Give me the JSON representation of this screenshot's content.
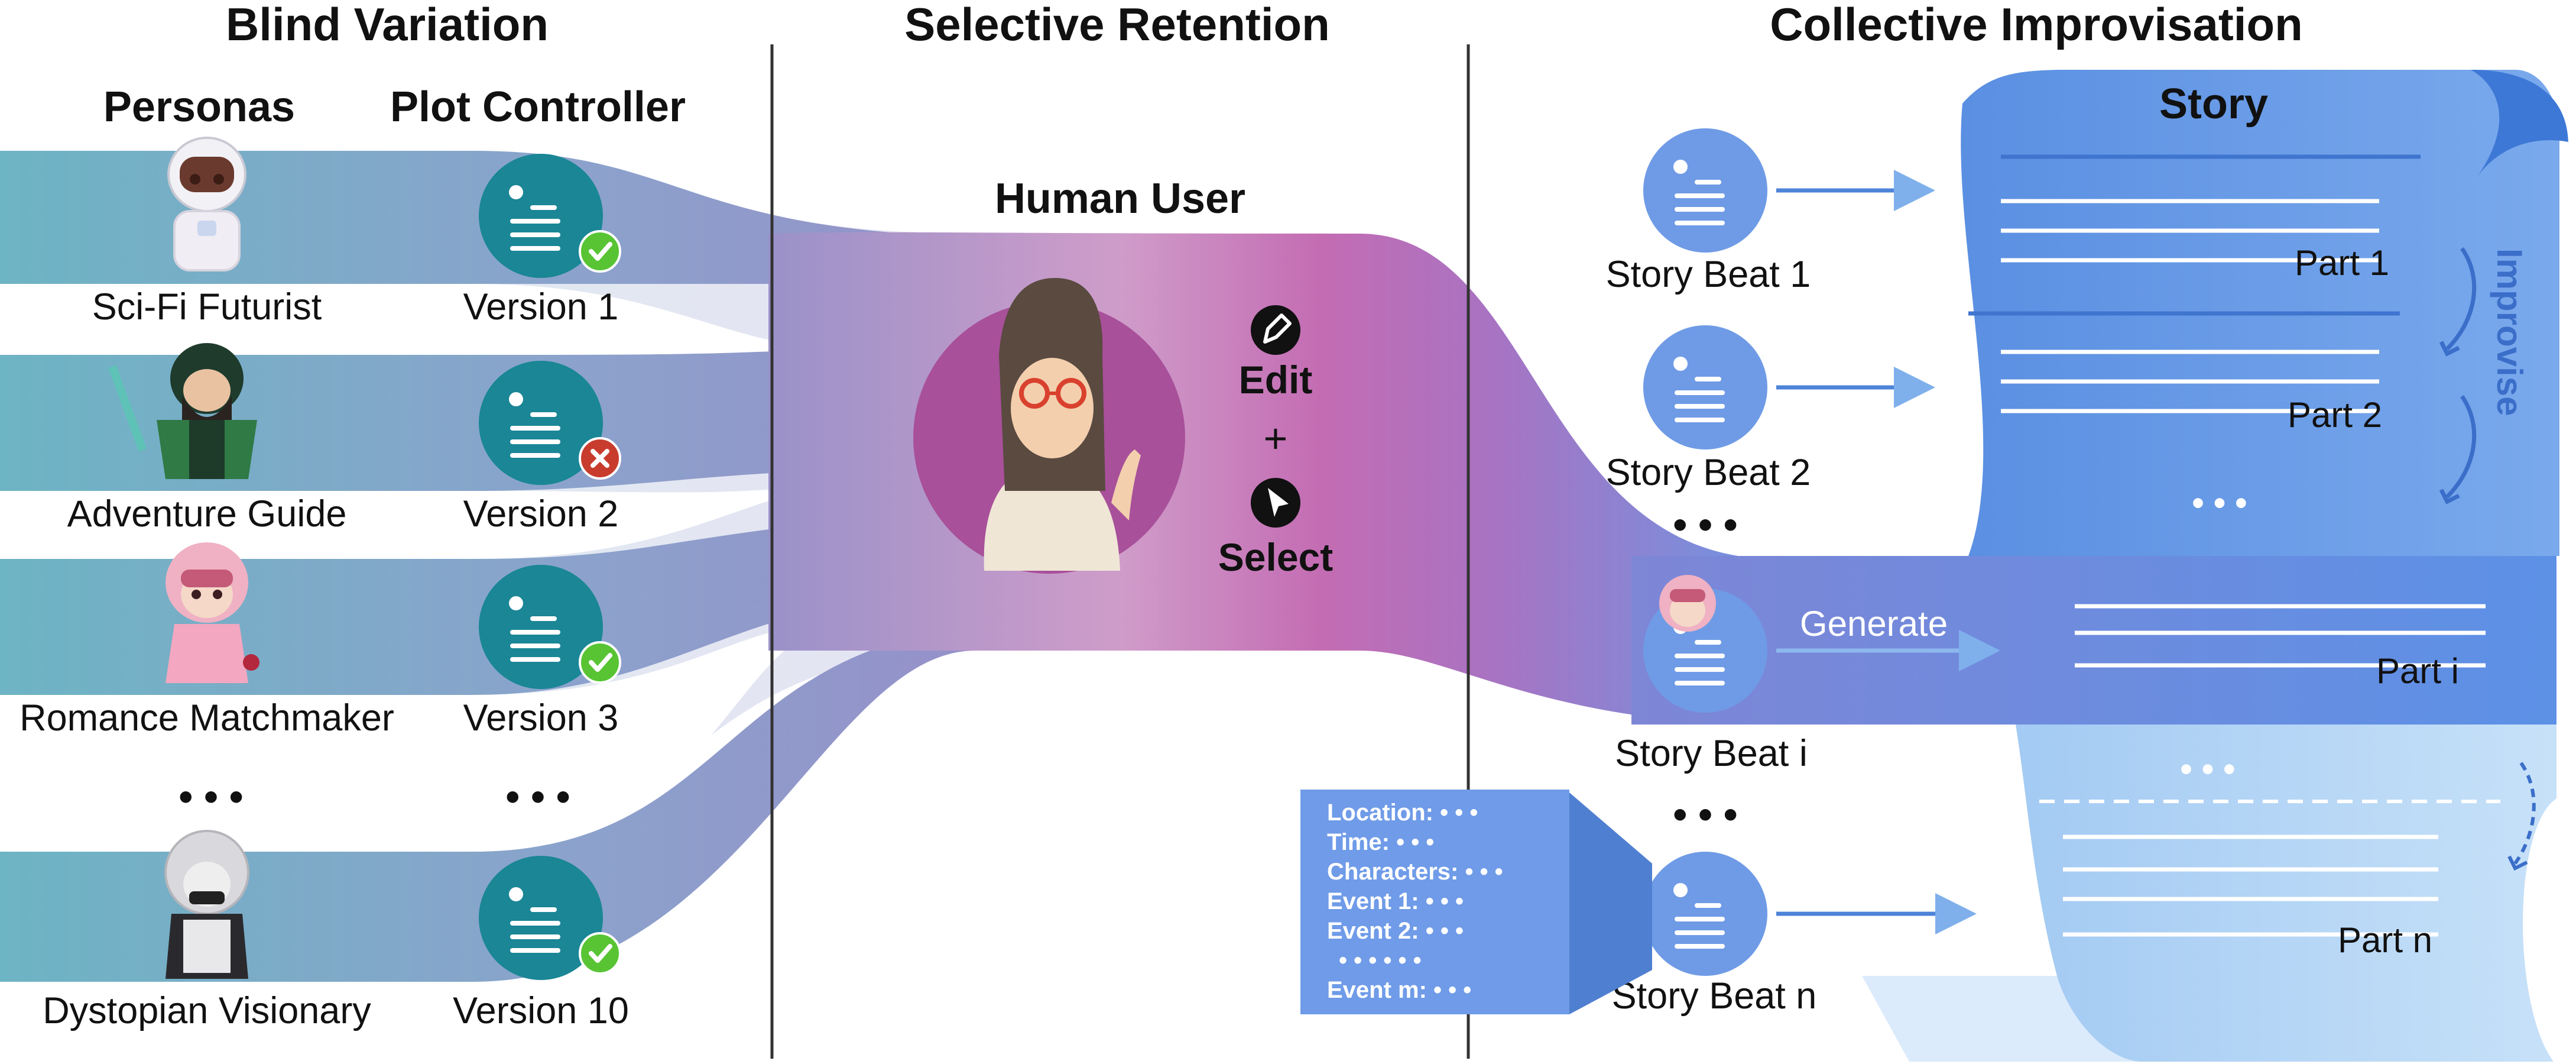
{
  "sections": {
    "blind_variation": "Blind Variation",
    "selective_retention": "Selective Retention",
    "collective_improvisation": "Collective Improvisation"
  },
  "columns": {
    "personas": "Personas",
    "plot_controller": "Plot Controller"
  },
  "personas": [
    {
      "name": "Sci-Fi Futurist",
      "version": "Version 1",
      "status": "check"
    },
    {
      "name": "Adventure Guide",
      "version": "Version 2",
      "status": "cross"
    },
    {
      "name": "Romance Matchmaker",
      "version": "Version 3",
      "status": "check"
    },
    {
      "name": "Dystopian Visionary",
      "version": "Version 10",
      "status": "check"
    }
  ],
  "ellipsis": "• • •",
  "human_user": {
    "title": "Human User",
    "edit": "Edit",
    "plus": "+",
    "select": "Select"
  },
  "story": {
    "title": "Story",
    "beats": [
      "Story Beat 1",
      "Story Beat 2",
      "Story Beat i",
      "Story Beat n"
    ],
    "parts": [
      "Part 1",
      "Part 2",
      "Part i",
      "Part n"
    ],
    "improvise": "Improvise",
    "generate": "Generate"
  },
  "beat_card": {
    "lines": [
      "Location:  • • •",
      "Time:  • • •",
      "Characters:  • • •",
      "Event 1:  • • •",
      "Event 2:  • • •",
      "• • •  • • •",
      "Event m:  • • •"
    ]
  },
  "colors": {
    "teal": "#1a8696",
    "check": "#58c434",
    "cross": "#c83c2e",
    "story_blue": "#5b93e6",
    "story_light": "#a6d0f4",
    "magenta": "#b85aa6",
    "beat_circle": "#6f9be6"
  }
}
